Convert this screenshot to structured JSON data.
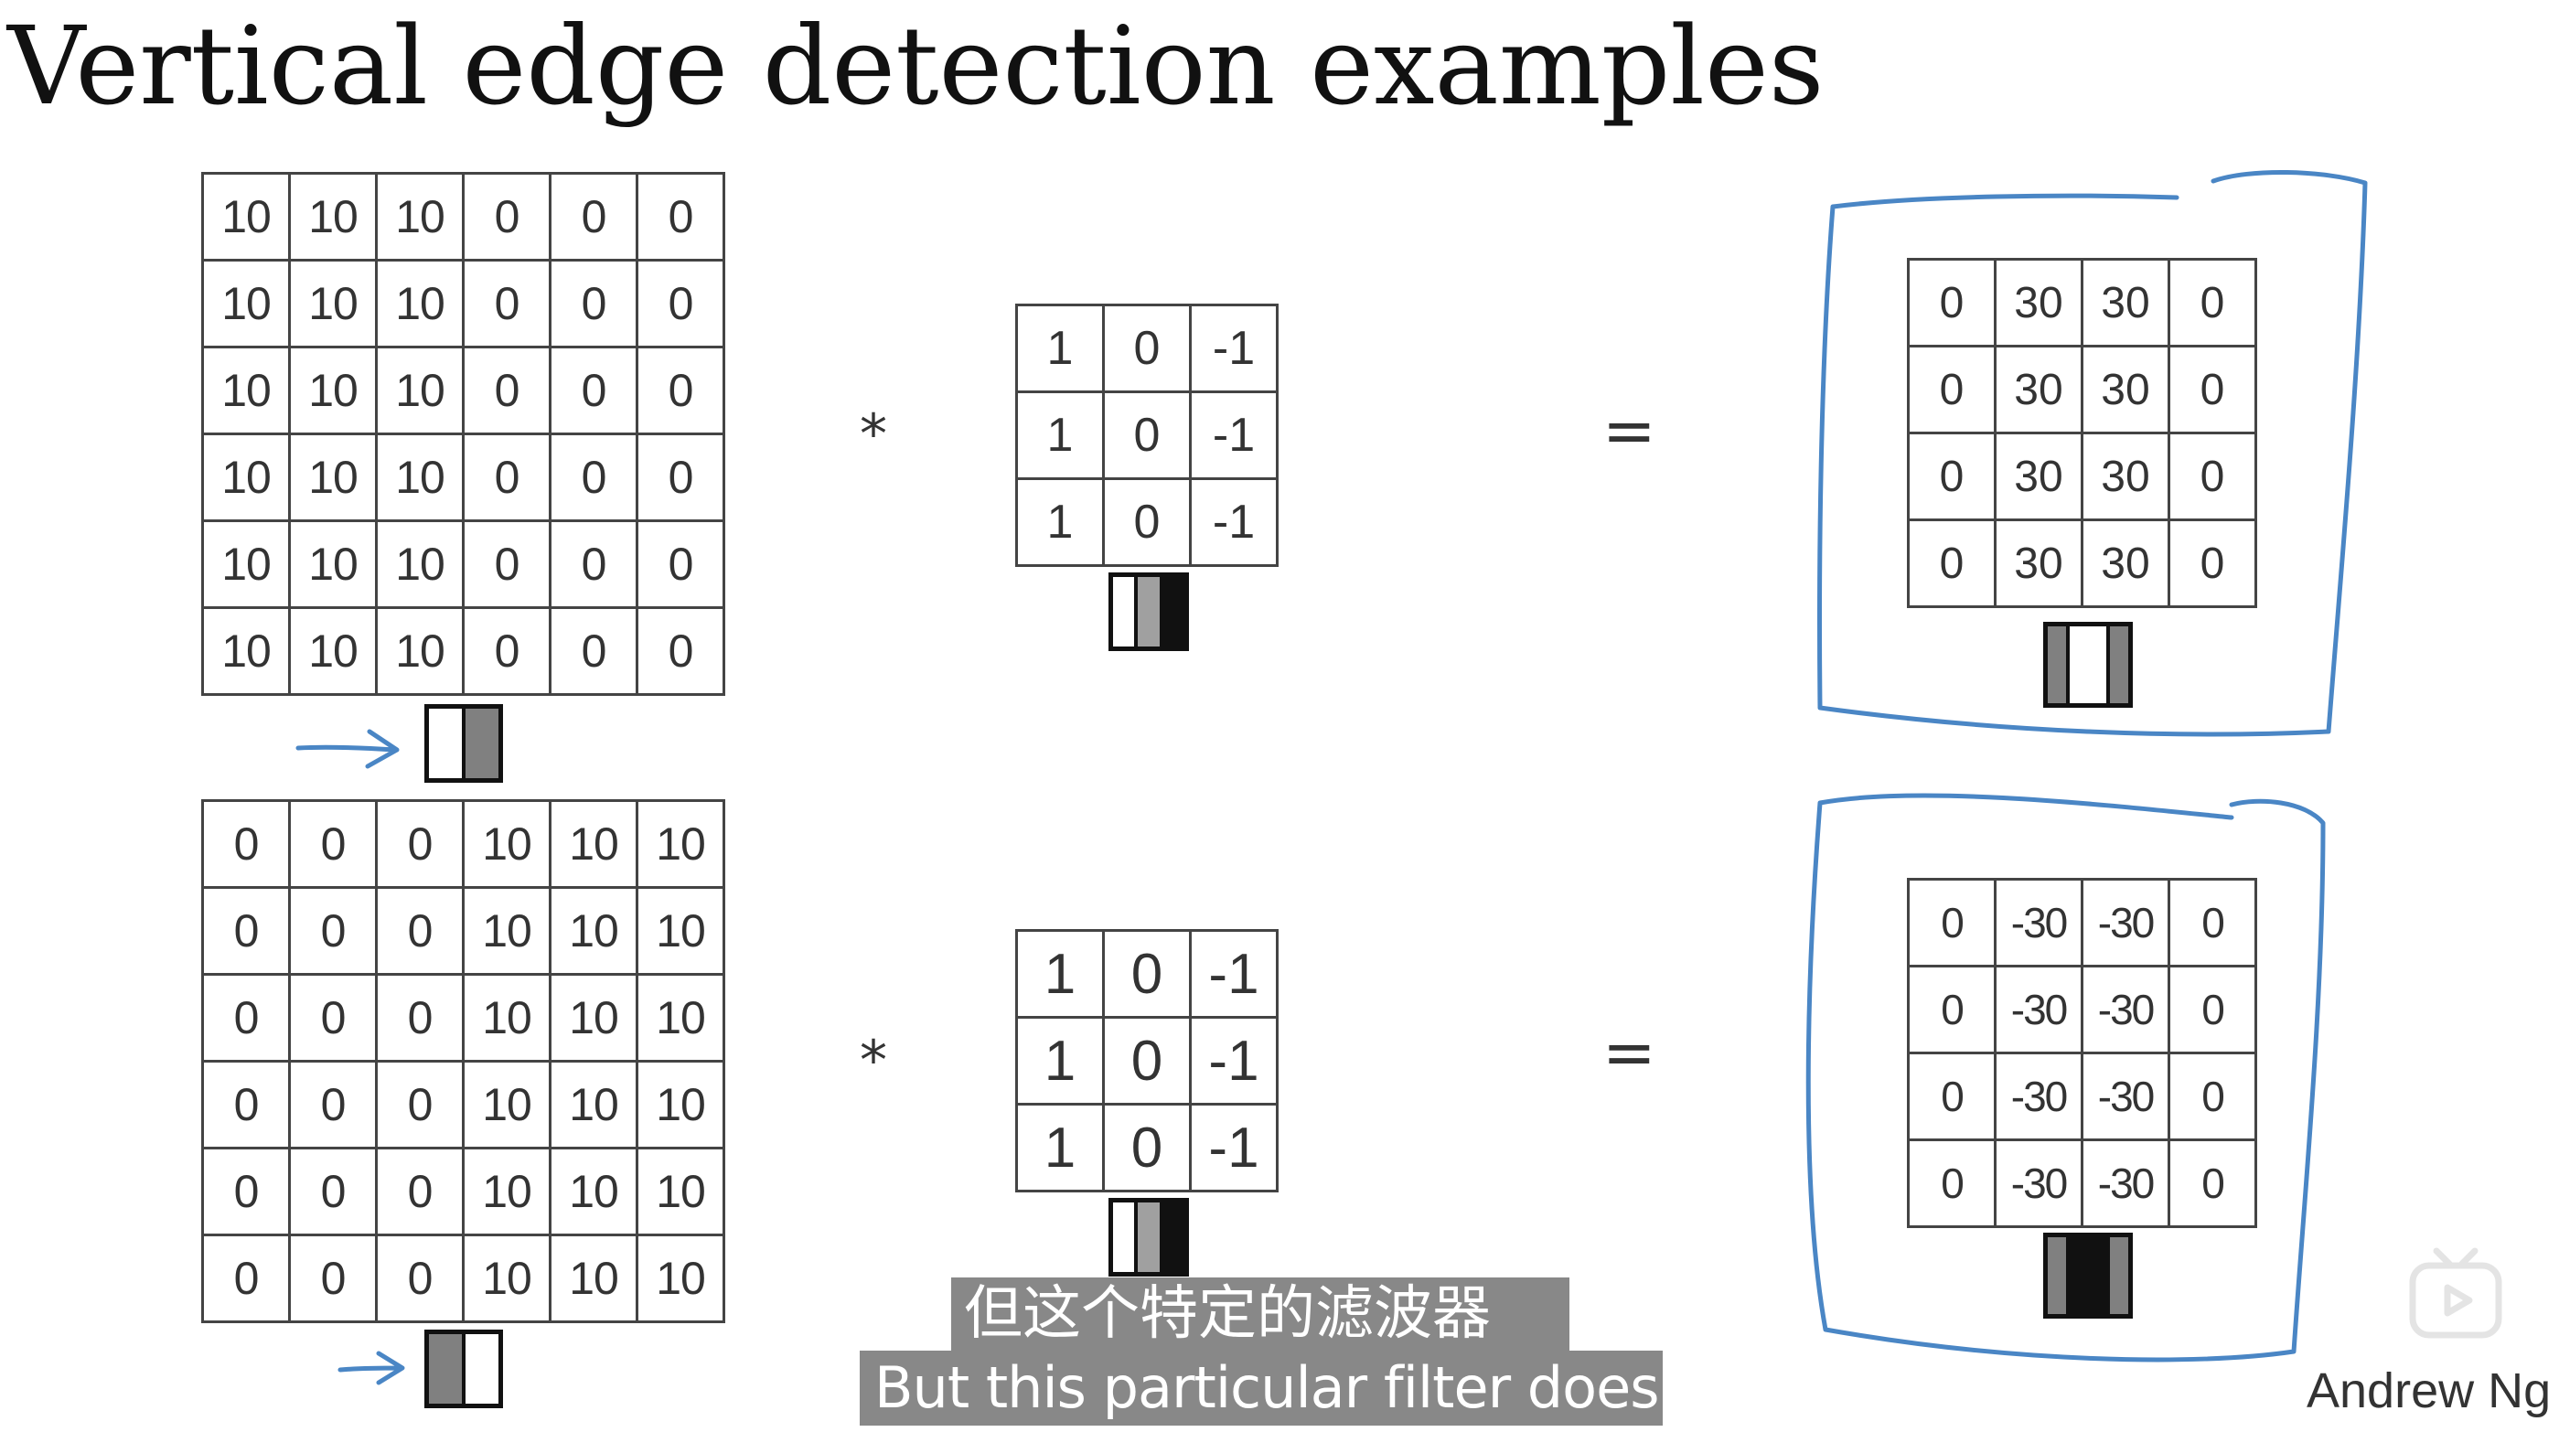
{
  "title": "Vertical edge detection examples",
  "examples": [
    {
      "input": [
        [
          "10",
          "10",
          "10",
          "0",
          "0",
          "0"
        ],
        [
          "10",
          "10",
          "10",
          "0",
          "0",
          "0"
        ],
        [
          "10",
          "10",
          "10",
          "0",
          "0",
          "0"
        ],
        [
          "10",
          "10",
          "10",
          "0",
          "0",
          "0"
        ],
        [
          "10",
          "10",
          "10",
          "0",
          "0",
          "0"
        ],
        [
          "10",
          "10",
          "10",
          "0",
          "0",
          "0"
        ]
      ],
      "convolve_symbol": "*",
      "filter": [
        [
          "1",
          "0",
          "-1"
        ],
        [
          "1",
          "0",
          "-1"
        ],
        [
          "1",
          "0",
          "-1"
        ]
      ],
      "equals_symbol": "=",
      "output": [
        [
          "0",
          "30",
          "30",
          "0"
        ],
        [
          "0",
          "30",
          "30",
          "0"
        ],
        [
          "0",
          "30",
          "30",
          "0"
        ],
        [
          "0",
          "30",
          "30",
          "0"
        ]
      ]
    },
    {
      "input": [
        [
          "0",
          "0",
          "0",
          "10",
          "10",
          "10"
        ],
        [
          "0",
          "0",
          "0",
          "10",
          "10",
          "10"
        ],
        [
          "0",
          "0",
          "0",
          "10",
          "10",
          "10"
        ],
        [
          "0",
          "0",
          "0",
          "10",
          "10",
          "10"
        ],
        [
          "0",
          "0",
          "0",
          "10",
          "10",
          "10"
        ],
        [
          "0",
          "0",
          "0",
          "10",
          "10",
          "10"
        ]
      ],
      "convolve_symbol": "*",
      "filter": [
        [
          "1",
          "0",
          "-1"
        ],
        [
          "1",
          "0",
          "-1"
        ],
        [
          "1",
          "0",
          "-1"
        ]
      ],
      "equals_symbol": "=",
      "output": [
        [
          "0",
          "-30",
          "-30",
          "0"
        ],
        [
          "0",
          "-30",
          "-30",
          "0"
        ],
        [
          "0",
          "-30",
          "-30",
          "0"
        ],
        [
          "0",
          "-30",
          "-30",
          "0"
        ]
      ]
    }
  ],
  "colors": {
    "grid_line": "#444444",
    "annotation_blue": "#4a86c5",
    "white": "#ffffff",
    "gray": "#808080",
    "black": "#111111",
    "subtitle_bg": "#6e6e6e"
  },
  "subtitles": {
    "chinese": "但这个特定的滤波器",
    "english": "But this particular filter does"
  },
  "credit": "Andrew Ng",
  "icons": {
    "arrow": "arrow-right-icon",
    "player_logo": "video-player-logo-icon"
  }
}
